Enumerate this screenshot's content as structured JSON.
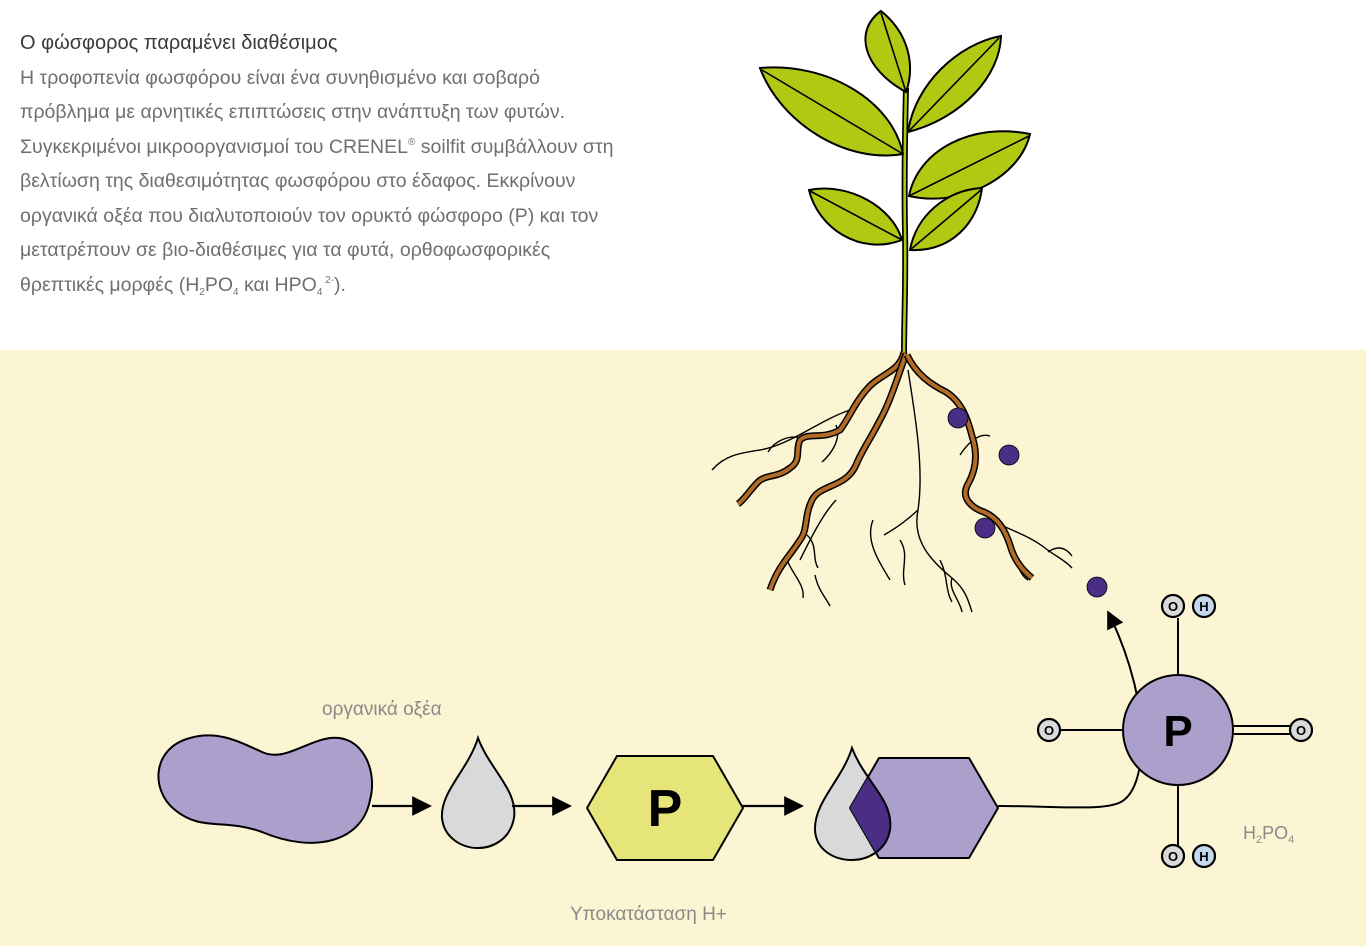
{
  "intro": {
    "title": "Ο φώσφορος παραμένει διαθέσιμος",
    "line1": "Η τροφοπενία φωσφόρου είναι ένα συνηθισμένο και σοβαρό",
    "line2": "πρόβλημα με αρνητικές επιπτώσεις στην ανάπτυξη των φυτών.",
    "line3_a": "Συγκεκριμένοι μικροοργανισμοί του CRENEL",
    "line3_sup": "®",
    "line3_b": " soilfit συμβάλλουν στη",
    "line4": "βελτίωση της διαθεσιμότητας φωσφόρου στο έδαφος. Εκκρίνουν",
    "line5": "οργανικά οξέα που διαλυτοποιούν τον ορυκτό φώσφορο  (P) και τον",
    "line6": "μετατρέπουν σε βιο-διαθέσιμες για τα φυτά, ορθοφωσφορικές",
    "line7_a": "θρεπτικές μορφές (H",
    "line7_sub1": "2",
    "line7_b": "PO",
    "line7_sub2": "4",
    "line7_c": " και HPO",
    "line7_sub3": "4",
    "line7_sup": " 2-",
    "line7_d": ")."
  },
  "diagram": {
    "organic_acids_label": "οργανικά οξέα",
    "substitution_label": "Υποκατάσταση H+",
    "phosphate_label": {
      "h": "H",
      "sub1": "2",
      "po": "PO",
      "sub2": "4"
    },
    "hexagon_symbol": "P",
    "molecule_center": "P",
    "oxygen": "O",
    "hydrogen": "H"
  },
  "colors": {
    "soil": "#fcf5d3",
    "leaf": "#b1c913",
    "root": "#b06b27",
    "purple": "#ab9fcc",
    "dark_purple": "#4a2d85",
    "yellow_hex": "#e5e57a",
    "droplet": "#d9d9d9",
    "hydrogen_fill": "#c4d7ec"
  }
}
